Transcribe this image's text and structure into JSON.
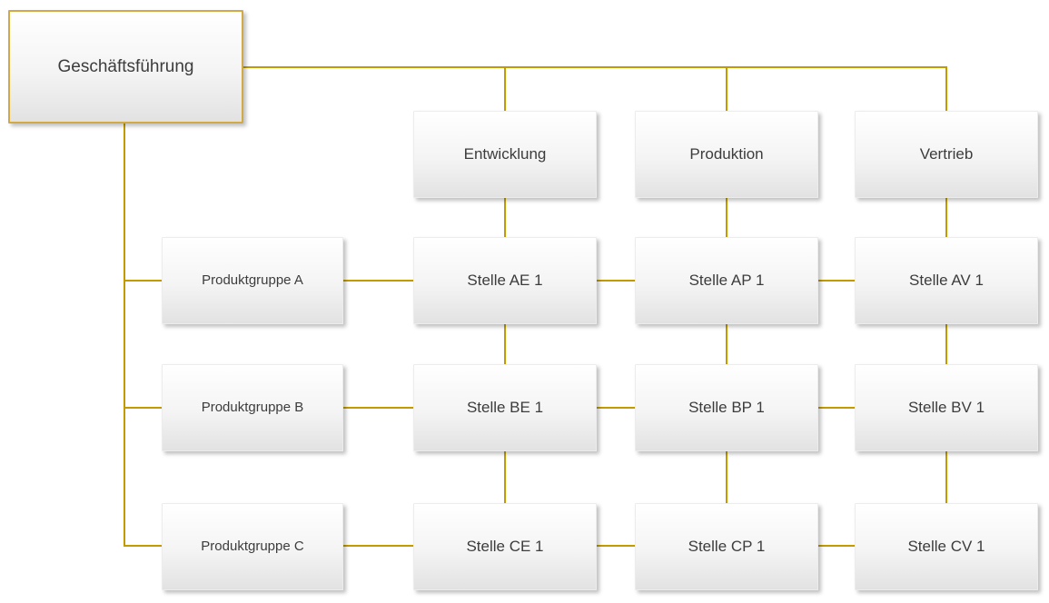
{
  "colors": {
    "connector": "#C39B00",
    "root_border": "#D2AA45",
    "box_fill_top": "#FFFFFF",
    "box_fill_bottom": "#E2E2E2",
    "text": "#3C3C3C"
  },
  "root": {
    "label": "Geschäftsführung"
  },
  "columns": [
    {
      "label": "Entwicklung"
    },
    {
      "label": "Produktion"
    },
    {
      "label": "Vertrieb"
    }
  ],
  "rows": [
    {
      "label": "Produktgruppe A"
    },
    {
      "label": "Produktgruppe B"
    },
    {
      "label": "Produktgruppe C"
    }
  ],
  "cells": [
    [
      "Stelle AE 1",
      "Stelle AP 1",
      "Stelle AV 1"
    ],
    [
      "Stelle BE 1",
      "Stelle BP 1",
      "Stelle BV 1"
    ],
    [
      "Stelle CE 1",
      "Stelle CP 1",
      "Stelle CV 1"
    ]
  ]
}
